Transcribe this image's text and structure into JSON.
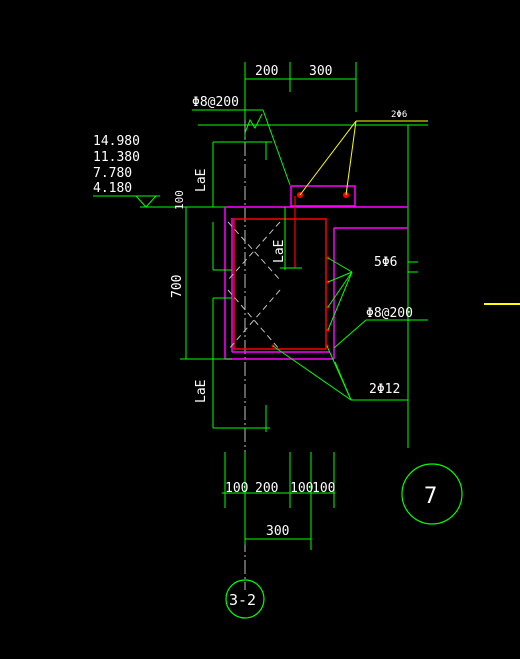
{
  "top_dims": [
    "200",
    "300"
  ],
  "bottom_dims": [
    "100",
    "200",
    "100",
    "100"
  ],
  "bottom_total": "300",
  "stirrup_top": "Φ8@200",
  "stirrup_right": "Φ8@200",
  "top_bars": "2Φ6",
  "side_bars": "5Φ6",
  "bottom_bars": "2Φ12",
  "elevations": [
    "14.980",
    "11.380",
    "7.780",
    "4.180"
  ],
  "anchor_label": "LaE",
  "dim_100": "100",
  "dim_700": "700",
  "axis_number": "7",
  "axis_label": "3-2",
  "colors": {
    "green": "#00ff00",
    "white": "#ffffff",
    "magenta": "#ff00ff",
    "red": "#ff0000",
    "yellow": "#ffff00",
    "gray": "#c0c0c0"
  }
}
